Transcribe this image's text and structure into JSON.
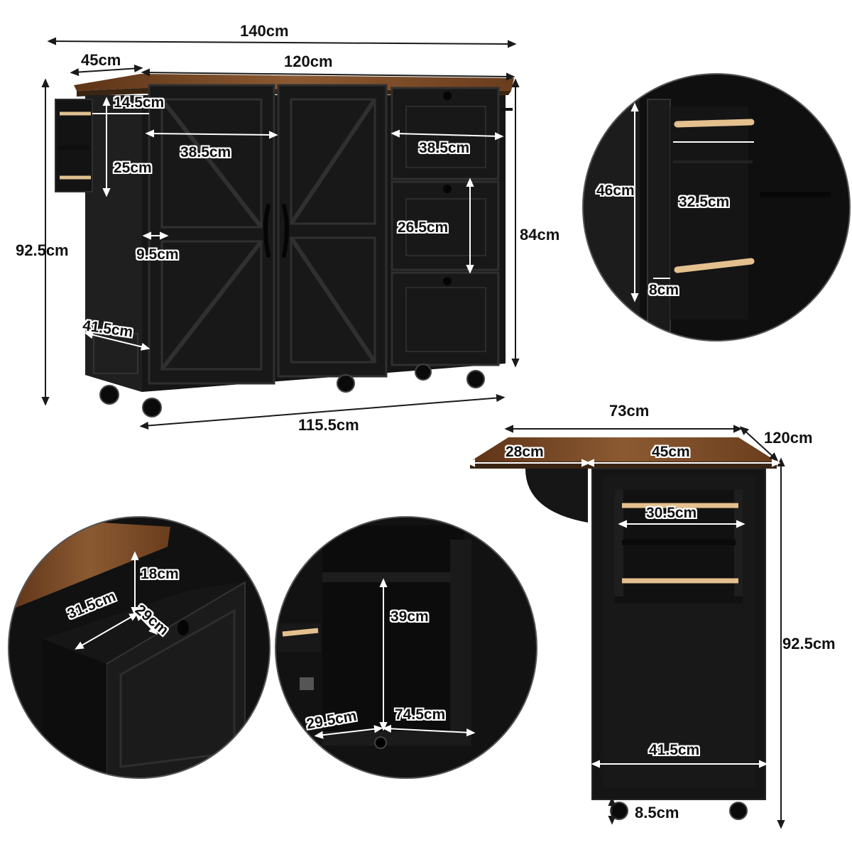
{
  "colors": {
    "cabinet": "#161616",
    "cabinet_edge": "#2b2b2b",
    "wood_top": "#7a4a26",
    "wood_light": "#d9b98a",
    "dim_line": "#1a1a1a",
    "dim_line_inset": "#ffffff",
    "background": "#ffffff"
  },
  "front_view": {
    "overall_width": "140cm",
    "top_width": "120cm",
    "side_extension": "45cm",
    "overall_height": "92.5cm",
    "body_height": "84cm",
    "base_width": "115.5cm",
    "spice_rack_width": "14.5cm",
    "spice_rack_height": "25cm",
    "door_width": "38.5cm",
    "drawer_width": "38.5cm",
    "drawer_height": "26.5cm",
    "side_depth": "9.5cm",
    "side_width": "41.5cm"
  },
  "towel_rack_detail": {
    "height": "46cm",
    "width": "32.5cm",
    "depth": "8cm"
  },
  "side_view": {
    "top_depth": "73cm",
    "leaf": "28cm",
    "fixed_top": "45cm",
    "length": "120cm",
    "rack_width": "30.5cm",
    "height": "92.5cm",
    "base_width": "41.5cm",
    "caster_height": "8.5cm"
  },
  "drawer_detail": {
    "height": "18cm",
    "width": "31.5cm",
    "depth": "29cm"
  },
  "cabinet_detail": {
    "height": "39cm",
    "depth": "29.5cm",
    "width": "74.5cm"
  }
}
